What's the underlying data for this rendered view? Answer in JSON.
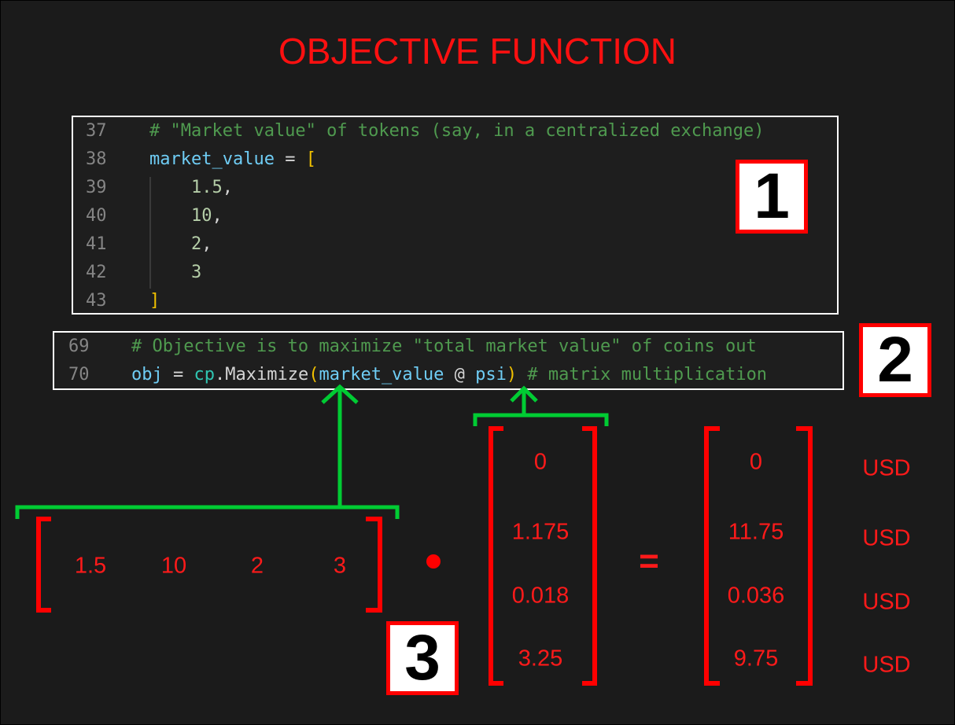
{
  "title": "OBJECTIVE FUNCTION",
  "code_block_1": {
    "lines": [
      {
        "n": "37",
        "parts": [
          {
            "t": "# \"Market value\" of tokens (say, in a centralized exchange)",
            "c": "cm"
          }
        ]
      },
      {
        "n": "38",
        "parts": [
          {
            "t": "market_value",
            "c": "var"
          },
          {
            "t": " = ",
            "c": "op"
          },
          {
            "t": "[",
            "c": "br"
          }
        ]
      },
      {
        "n": "39",
        "parts": [
          {
            "t": "    1.5",
            "c": "num"
          },
          {
            "t": ",",
            "c": "op"
          }
        ]
      },
      {
        "n": "40",
        "parts": [
          {
            "t": "    10",
            "c": "num"
          },
          {
            "t": ",",
            "c": "op"
          }
        ]
      },
      {
        "n": "41",
        "parts": [
          {
            "t": "    2",
            "c": "num"
          },
          {
            "t": ",",
            "c": "op"
          }
        ]
      },
      {
        "n": "42",
        "parts": [
          {
            "t": "    3",
            "c": "num"
          }
        ]
      },
      {
        "n": "43",
        "parts": [
          {
            "t": "]",
            "c": "br"
          }
        ]
      }
    ]
  },
  "code_block_2": {
    "lines": [
      {
        "n": "69",
        "parts": [
          {
            "t": "# Objective is to maximize \"total market value\" of coins out",
            "c": "cm"
          }
        ]
      },
      {
        "n": "70",
        "parts": [
          {
            "t": "obj",
            "c": "var"
          },
          {
            "t": " = ",
            "c": "op"
          },
          {
            "t": "cp",
            "c": "mod"
          },
          {
            "t": ".Maximize",
            "c": "fn"
          },
          {
            "t": "(",
            "c": "br"
          },
          {
            "t": "market_value",
            "c": "var"
          },
          {
            "t": " @ ",
            "c": "op"
          },
          {
            "t": "psi",
            "c": "var"
          },
          {
            "t": ")",
            "c": "br"
          },
          {
            "t": " # matrix multiplication",
            "c": "cm"
          }
        ]
      }
    ]
  },
  "badges": [
    "1",
    "2",
    "3"
  ],
  "row_vector": [
    "1.5",
    "10",
    "2",
    "3"
  ],
  "column_vector": [
    "0",
    "1.175",
    "0.018",
    "3.25"
  ],
  "result_vector": [
    "0",
    "11.75",
    "0.036",
    "9.75"
  ],
  "units": [
    "USD",
    "USD",
    "USD",
    "USD"
  ],
  "equals": "=",
  "colors": {
    "annotation_red": "#ff1a1a",
    "arrow_green": "#00cc33",
    "background": "#1b1b1b"
  }
}
